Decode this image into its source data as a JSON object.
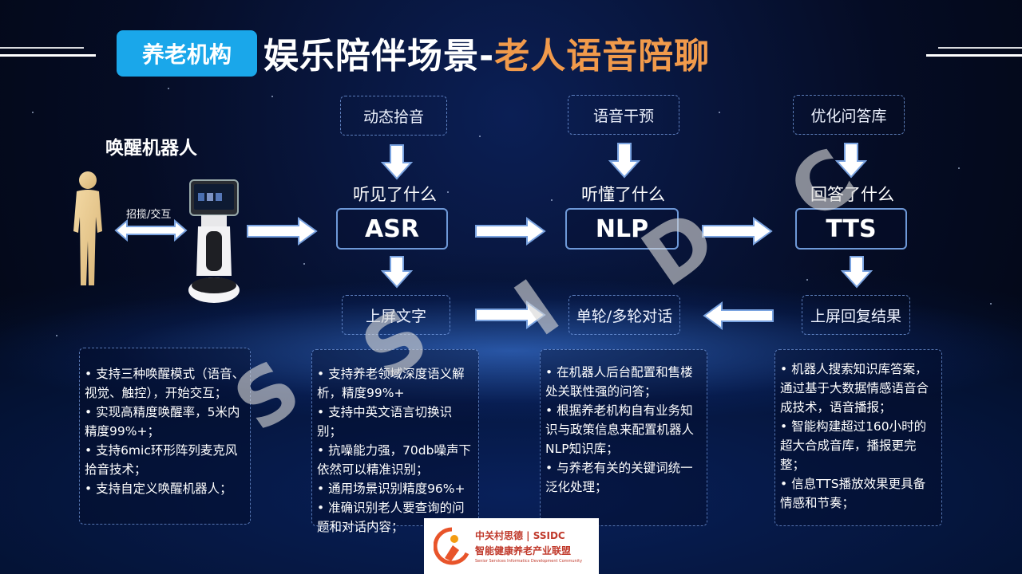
{
  "header": {
    "tag": "养老机构",
    "title_white": "娱乐陪伴场景-",
    "title_orange": "老人语音陪聊"
  },
  "wake": {
    "title": "唤醒机器人",
    "interact_label": "招揽/交互"
  },
  "stages": [
    {
      "top_box": "动态拾音",
      "question": "听见了什么",
      "main": "ASR",
      "bottom_box": "上屏文字"
    },
    {
      "top_box": "语音干预",
      "question": "听懂了什么",
      "main": "NLP",
      "bottom_box": "单轮/多轮对话"
    },
    {
      "top_box": "优化问答库",
      "question": "回答了什么",
      "main": "TTS",
      "bottom_box": "上屏回复结果"
    }
  ],
  "descriptions": [
    {
      "lines": [
        "•  支持三种唤醒模式（语音、视觉、触控），开始交互；",
        "•  实现高精度唤醒率，5米内精度99%+；",
        "•  支持6mic环形阵列麦克风拾音技术；",
        "•  支持自定义唤醒机器人；"
      ]
    },
    {
      "lines": [
        "•  支持养老领域深度语义解析，精度99%+",
        "•  支持中英文语言切换识别；",
        "•  抗噪能力强，70db噪声下依然可以精准识别；",
        "•  通用场景识别精度96%+",
        "•  准确识别老人要查询的问题和对话内容；"
      ]
    },
    {
      "lines": [
        "•  在机器人后台配置和售楼处关联性强的问答；",
        "•  根据养老机构自有业务知识与政策信息来配置机器人NLP知识库；",
        "•  与养老有关的关键词统一泛化处理；"
      ]
    },
    {
      "lines": [
        "•    机器人搜索知识库答案，通过基于大数据情感语音合成技术，语音播报；",
        "•    智能构建超过160小时的超大合成音库，播报更完整；",
        "•    信息TTS播放效果更具备情感和节奏；"
      ]
    }
  ],
  "watermark": [
    "S",
    "S",
    "I",
    "D",
    "C"
  ],
  "logo": {
    "line1": "中关村思德 | SSIDC",
    "line2": "智能健康养老产业联盟",
    "line3": "Senior Services Informatics Development Community"
  },
  "colors": {
    "accent_blue": "#1aa7ea",
    "title_orange": "#f19a4b",
    "arrow_fill": "#ffffff",
    "arrow_stroke": "#7aa3e0"
  }
}
